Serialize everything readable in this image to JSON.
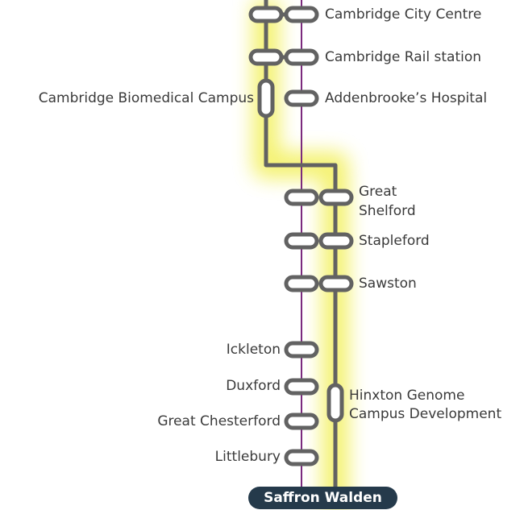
{
  "stations": {
    "cambridge_city_centre": "Cambridge City Centre",
    "cambridge_rail_station": "Cambridge Rail station",
    "cambridge_biomedical_campus": "Cambridge Biomedical Campus",
    "addenbrookes_hospital": "Addenbrooke’s Hospital",
    "great_shelford_line1": "Great",
    "great_shelford_line2": "Shelford",
    "stapleford": "Stapleford",
    "sawston": "Sawston",
    "ickleton": "Ickleton",
    "duxford": "Duxford",
    "great_chesterford": "Great Chesterford",
    "littlebury": "Littlebury",
    "hinxton_line1": "Hinxton Genome",
    "hinxton_line2": "Campus Development"
  },
  "terminus": "Saffron Walden",
  "colors": {
    "highlight": "#f3f05a",
    "grey_route": "#626262",
    "purple_route": "#7b2a7d",
    "terminus_bg": "#253a4b",
    "stop_fill": "#ffffff",
    "text": "#3a3a3a"
  }
}
